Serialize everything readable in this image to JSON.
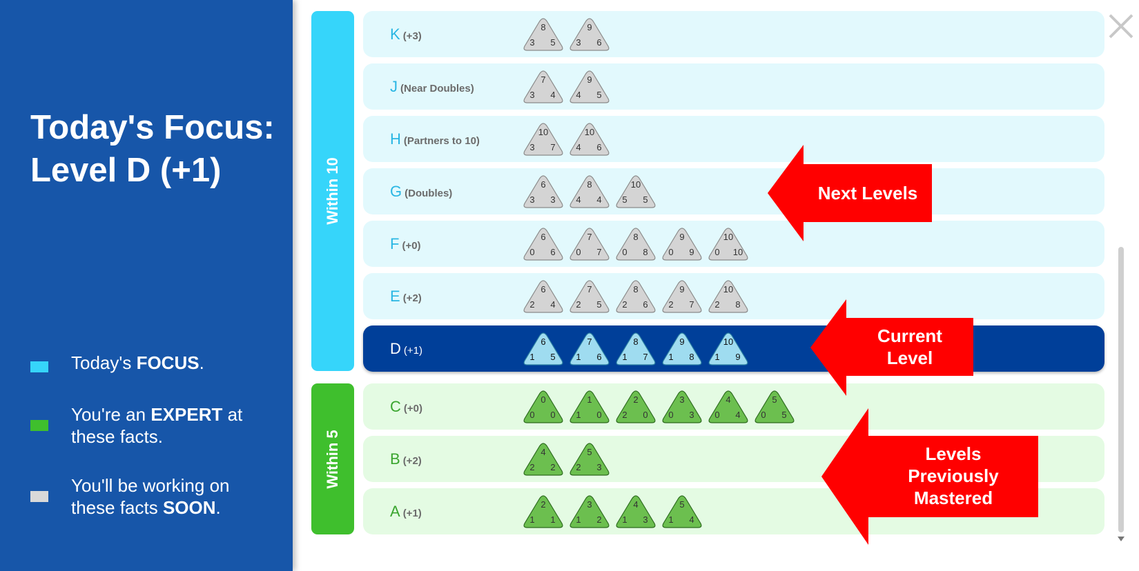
{
  "left": {
    "title_line1": "Today's Focus:",
    "title_line2": "Level D (+1)",
    "legend": [
      {
        "color": "#36d5fa",
        "pre": "Today's ",
        "bold": "FOCUS",
        "post": "."
      },
      {
        "color": "#3fbf2d",
        "pre": "You're an ",
        "bold": "EXPERT",
        "post": " at these facts."
      },
      {
        "color": "#d9d9d9",
        "pre": "You'll be working on these facts ",
        "bold": "SOON",
        "post": "."
      }
    ]
  },
  "bands": {
    "within10": {
      "label": "Within 10",
      "color": "#36d5fa"
    },
    "within5": {
      "label": "Within 5",
      "color": "#3fbf2d"
    }
  },
  "levels": [
    {
      "letter": "K",
      "desc": "(+3)",
      "group": "within10",
      "facts": [
        [
          8,
          3,
          5
        ],
        [
          9,
          3,
          6
        ]
      ]
    },
    {
      "letter": "J",
      "desc": "(Near Doubles)",
      "group": "within10",
      "facts": [
        [
          7,
          3,
          4
        ],
        [
          9,
          4,
          5
        ]
      ]
    },
    {
      "letter": "H",
      "desc": "(Partners to 10)",
      "group": "within10",
      "facts": [
        [
          10,
          3,
          7
        ],
        [
          10,
          4,
          6
        ]
      ]
    },
    {
      "letter": "G",
      "desc": "(Doubles)",
      "group": "within10",
      "facts": [
        [
          6,
          3,
          3
        ],
        [
          8,
          4,
          4
        ],
        [
          10,
          5,
          5
        ]
      ]
    },
    {
      "letter": "F",
      "desc": "(+0)",
      "group": "within10",
      "facts": [
        [
          6,
          0,
          6
        ],
        [
          7,
          0,
          7
        ],
        [
          8,
          0,
          8
        ],
        [
          9,
          0,
          9
        ],
        [
          10,
          0,
          10
        ]
      ]
    },
    {
      "letter": "E",
      "desc": "(+2)",
      "group": "within10",
      "facts": [
        [
          6,
          2,
          4
        ],
        [
          7,
          2,
          5
        ],
        [
          8,
          2,
          6
        ],
        [
          9,
          2,
          7
        ],
        [
          10,
          2,
          8
        ]
      ]
    },
    {
      "letter": "D",
      "desc": "(+1)",
      "group": "current",
      "facts": [
        [
          6,
          1,
          5
        ],
        [
          7,
          1,
          6
        ],
        [
          8,
          1,
          7
        ],
        [
          9,
          1,
          8
        ],
        [
          10,
          1,
          9
        ]
      ]
    },
    {
      "letter": "C",
      "desc": "(+0)",
      "group": "within5",
      "facts": [
        [
          0,
          0,
          0
        ],
        [
          1,
          1,
          0
        ],
        [
          2,
          2,
          0
        ],
        [
          3,
          0,
          3
        ],
        [
          4,
          0,
          4
        ],
        [
          5,
          0,
          5
        ]
      ]
    },
    {
      "letter": "B",
      "desc": "(+2)",
      "group": "within5",
      "facts": [
        [
          4,
          2,
          2
        ],
        [
          5,
          2,
          3
        ]
      ]
    },
    {
      "letter": "A",
      "desc": "(+1)",
      "group": "within5",
      "facts": [
        [
          2,
          1,
          1
        ],
        [
          3,
          1,
          2
        ],
        [
          4,
          1,
          3
        ],
        [
          5,
          1,
          4
        ]
      ]
    }
  ],
  "annotations": {
    "next": "Next Levels",
    "current_line1": "Current",
    "current_line2": "Level",
    "mastered_line1": "Levels",
    "mastered_line2": "Previously",
    "mastered_line3": "Mastered",
    "arrow_color": "#ff0000"
  },
  "colors": {
    "gray_card": "#d4d4d4",
    "green_card": "#6cbf4f",
    "blue_card": "#9fdcf0"
  }
}
